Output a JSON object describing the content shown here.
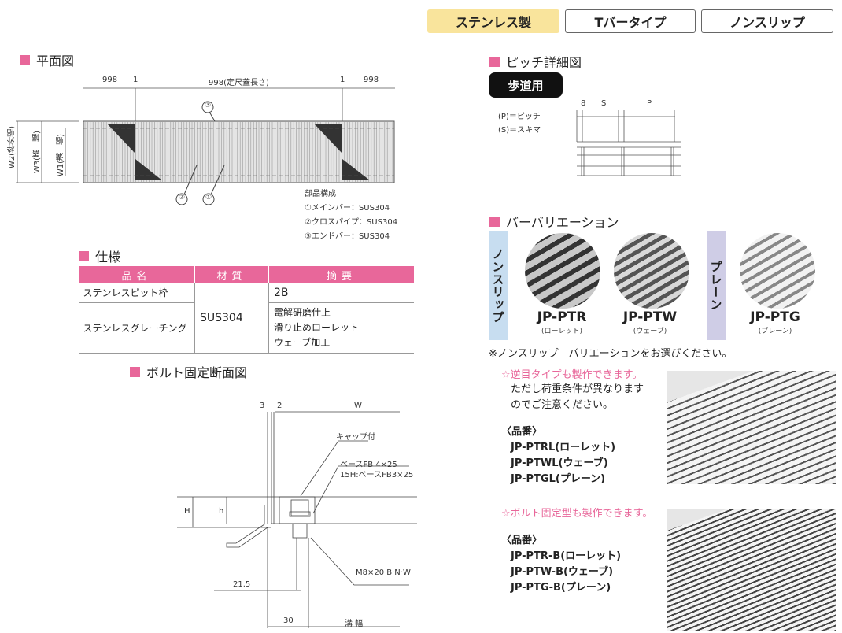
{
  "tabs": [
    {
      "label": "ステンレス製",
      "active": true
    },
    {
      "label": "Tバータイプ",
      "active": false
    },
    {
      "label": "ノンスリップ",
      "active": false
    }
  ],
  "accent_color": "#e8679a",
  "plan": {
    "title": "平面図",
    "dims": {
      "left": "998",
      "one_left": "1",
      "center": "998(定尺蓋長さ)",
      "one_right": "1",
      "right": "998"
    },
    "widths": {
      "w2": "W2(枠外幅)",
      "w3": "W3(蓋　幅)",
      "w1": "W1(溝　幅)"
    },
    "markers": {
      "m1": "①",
      "m2": "②",
      "m3": "③"
    },
    "parts_title": "部品構成",
    "parts": [
      "①メインバー：SUS304",
      "②クロスパイプ：SUS304",
      "③エンドバー：SUS304"
    ]
  },
  "spec": {
    "title": "仕様",
    "headers": [
      "品名",
      "材質",
      "摘要"
    ],
    "rows": [
      {
        "name": "ステンレスピット枠",
        "note": "2B"
      },
      {
        "name": "ステンレスグレーチング",
        "note_lines": [
          "電解研磨仕上",
          "滑り止めローレット",
          "ウェーブ加工"
        ]
      }
    ],
    "material": "SUS304"
  },
  "section": {
    "title": "ボルト固定断面図",
    "labels": {
      "three": "3",
      "two": "2",
      "w": "W",
      "cap": "キャップ付",
      "base1": "ベースFB 4×25",
      "base2": "15H:ベースFB3×25",
      "H": "H",
      "h": "h",
      "bolt": "M8×20 B·N·W",
      "d215": "21.5",
      "d30": "30",
      "groove": "溝 幅"
    }
  },
  "pitch": {
    "title": "ピッチ詳細図",
    "badge": "歩道用",
    "legend": [
      "(P)＝ピッチ",
      "(S)＝スキマ"
    ],
    "dims": {
      "eight": "8",
      "s": "S",
      "p": "P"
    }
  },
  "variation": {
    "title": "バーバリエーション",
    "group_nonslip": "ノンスリップ",
    "group_plain": "プレーン",
    "products": [
      {
        "code": "JP-PTR",
        "sub": "(ローレット)"
      },
      {
        "code": "JP-PTW",
        "sub": "(ウェーブ)"
      },
      {
        "code": "JP-PTG",
        "sub": "(プレーン)"
      }
    ],
    "note": "※ノンスリップ　バリエーションをお選びください。"
  },
  "reverse": {
    "headline": "☆逆目タイプも製作できます。",
    "lines": [
      "ただし荷重条件が異なります",
      "のでご注意ください。"
    ],
    "part_title": "〈品番〉",
    "parts": [
      "JP-PTRL(ローレット)",
      "JP-PTWL(ウェーブ)",
      "JP-PTGL(プレーン)"
    ]
  },
  "bolt": {
    "headline": "☆ボルト固定型も製作できます。",
    "part_title": "〈品番〉",
    "parts": [
      "JP-PTR-B(ローレット)",
      "JP-PTW-B(ウェーブ)",
      "JP-PTG-B(プレーン)"
    ]
  }
}
